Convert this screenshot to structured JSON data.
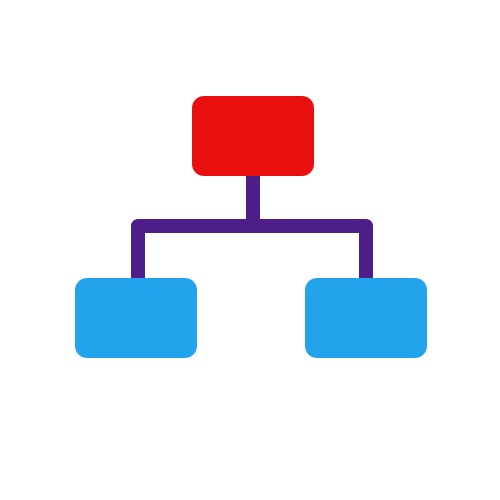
{
  "icon": {
    "name": "hierarchy-diagram-icon",
    "nodes": [
      {
        "id": "root",
        "role": "parent",
        "color": "#e90f0f"
      },
      {
        "id": "left",
        "role": "child",
        "color": "#22a3ec"
      },
      {
        "id": "right",
        "role": "child",
        "color": "#22a3ec"
      }
    ],
    "connector_color": "#4d1d8a"
  }
}
